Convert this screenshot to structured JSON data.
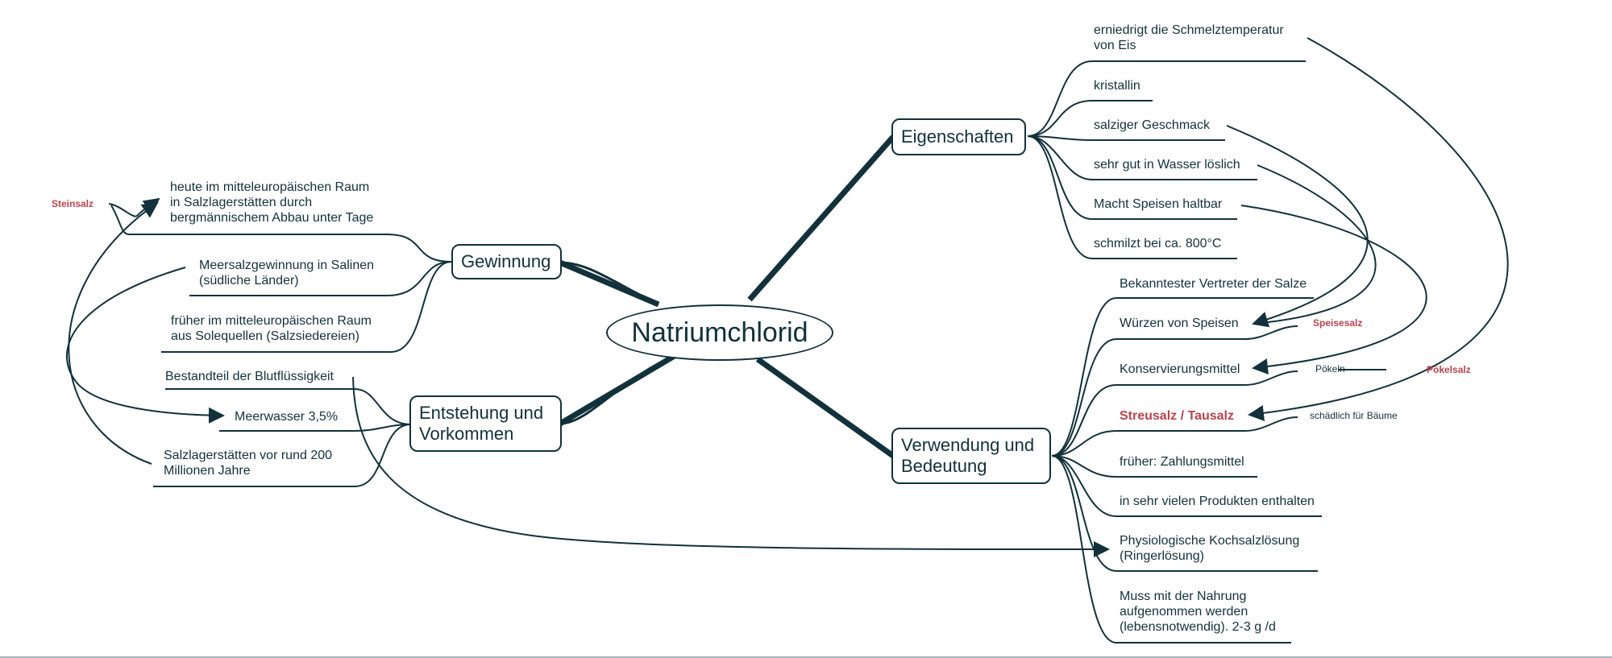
{
  "central": "Natriumchlorid",
  "branches": {
    "gewinnung": {
      "title": "Gewinnung",
      "items": [
        "heute im mitteleuropäischen Raum\nin Salzlagerstätten durch\nbergmännischem Abbau unter Tage",
        "Meersalzgewinnung in Salinen\n(südliche Länder)",
        "früher im mitteleuropäischen Raum\naus Solequellen (Salzsiedereien)"
      ]
    },
    "entstehung": {
      "title": "Entstehung und\nVorkommen",
      "items": [
        "Bestandteil der Blutflüssigkeit",
        "Meerwasser 3,5%",
        "Salzlagerstätten vor rund 200\nMillionen Jahre"
      ]
    },
    "eigenschaften": {
      "title": "Eigenschaften",
      "items": [
        "erniedrigt die Schmelztemperatur\nvon Eis",
        "kristallin",
        "salziger Geschmack",
        "sehr gut in Wasser löslich",
        "Macht Speisen haltbar",
        "schmilzt bei ca. 800°C"
      ]
    },
    "verwendung": {
      "title": "Verwendung und\nBedeutung",
      "items": [
        "Bekanntester Vertreter der Salze",
        "Würzen von Speisen",
        "Konservierungsmittel",
        "Streusalz / Tausalz",
        "früher: Zahlungsmittel",
        "in sehr vielen Produkten enthalten",
        "Physiologische Kochsalzlösung\n(Ringerlösung)",
        "Muss mit der Nahrung\naufgenommen werden\n(lebensnotwendig). 2-3 g /d"
      ]
    }
  },
  "annotations": {
    "steinsalz": "Steinsalz",
    "speisesalz": "Speisesalz",
    "poekeln": "Pökeln",
    "poekelsalz": "Pökelsalz",
    "schaedlich": "schädlich für Bäume"
  },
  "colors": {
    "line": "#12313a",
    "accent": "#b8434c"
  }
}
